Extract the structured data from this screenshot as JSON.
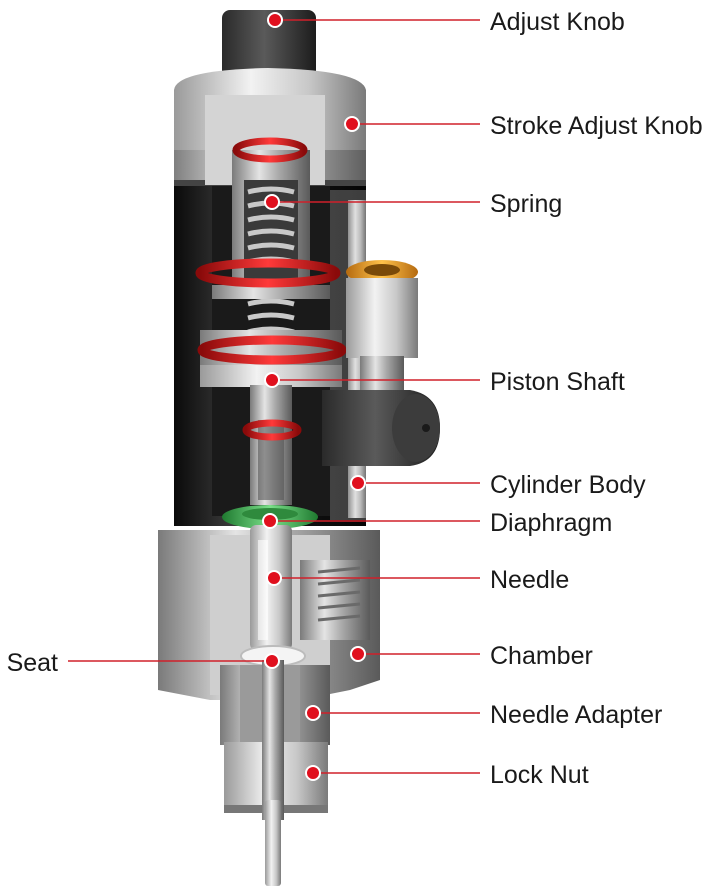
{
  "colors": {
    "leader_line": "#d0202a",
    "marker_dot": "#e0101e",
    "o_ring": "#e02020",
    "diaphragm": "#3fbf5a",
    "fitting_collar": "#e8a020",
    "body_black": "#151515",
    "steel": "#b8b8b8",
    "dark_knob": "#3a3a3a"
  },
  "labels": [
    {
      "id": "adjust-knob",
      "text": "Adjust Knob"
    },
    {
      "id": "stroke-adjust-knob",
      "text": "Stroke Adjust Knob"
    },
    {
      "id": "spring",
      "text": "Spring"
    },
    {
      "id": "piston-shaft",
      "text": "Piston Shaft"
    },
    {
      "id": "cylinder-body",
      "text": "Cylinder Body"
    },
    {
      "id": "diaphragm",
      "text": "Diaphragm"
    },
    {
      "id": "needle",
      "text": "Needle"
    },
    {
      "id": "chamber",
      "text": "Chamber"
    },
    {
      "id": "needle-adapter",
      "text": "Needle Adapter"
    },
    {
      "id": "lock-nut",
      "text": "Lock Nut"
    },
    {
      "id": "seat",
      "text": "Seat"
    }
  ]
}
